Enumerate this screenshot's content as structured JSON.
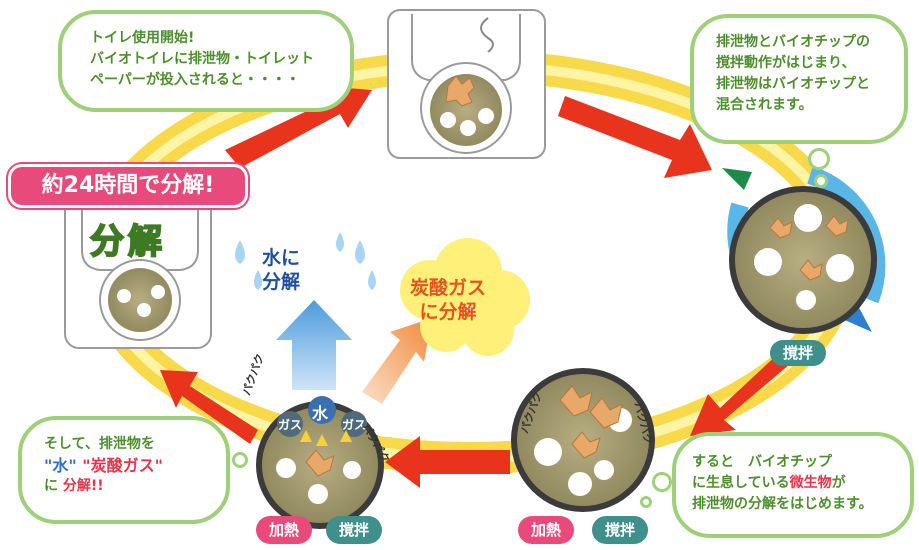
{
  "bubbles": {
    "start": {
      "lines": [
        "トイレ使用開始!",
        "バイオトイレに排泄物・トイレット",
        "ペーパーが投入されると・・・・"
      ]
    },
    "stir": {
      "lines": [
        "排泄物とバイオチップの",
        "撹拌動作がはじまり、",
        "排泄物はバイオチップと",
        "混合されます。"
      ]
    },
    "micro": {
      "line1": "すると　バイオチップ",
      "line2_pre": "に生息している",
      "line2_hl": "微生物",
      "line2_post": "が",
      "line3": "排泄物の分解をはじめます。"
    },
    "final": {
      "line1": "そして、排泄物を",
      "water": "\"水\"",
      "gas": "\"炭酸ガス\"",
      "line3_pre": "に",
      "line3_hl": "分解!!"
    }
  },
  "banner": "約24時間で分解!",
  "decomp_label": "分解",
  "water_label": {
    "line1": "水に",
    "line2": "分解"
  },
  "gas_label": {
    "line1": "炭酸ガス",
    "line2": "に分解"
  },
  "tags": {
    "kaku1": "撹拌",
    "kanetsu2": "加熱",
    "kaku2": "撹拌",
    "kanetsu3": "加熱",
    "kaku3": "撹拌"
  },
  "circle_labels": {
    "mizu": "水",
    "gas_left": "ガス",
    "gas_right": "ガス"
  },
  "onomatopoeia": {
    "a": "パクパク",
    "b": "パクパク",
    "c": "パクパク",
    "d": "パクパク"
  },
  "colors": {
    "ring": "#f6dd52",
    "arrow": "#e8341c",
    "bubble_border": "#9ed07a",
    "banner": "#e94a7c",
    "teal": "#3f8f8a",
    "water": "#2a6fd0",
    "gas": "#e8531e"
  }
}
